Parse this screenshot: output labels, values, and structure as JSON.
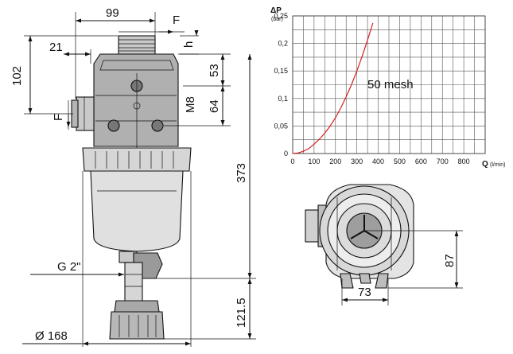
{
  "front_view": {
    "dim_width": "99",
    "dim_thread_f_top": "F",
    "dim_offset": "21",
    "dim_h": "h",
    "dim_102": "102",
    "dim_53": "53",
    "dim_m8": "M8",
    "dim_64": "64",
    "dim_f_side": "F",
    "dim_373": "373",
    "dim_g2": "G 2\"",
    "dim_1215": "121.5",
    "dim_diameter": "Ø 168"
  },
  "bottom_view": {
    "dim_87": "87",
    "dim_73": "73"
  },
  "chart": {
    "y_title": "ΔP",
    "y_unit": "(bar)",
    "x_title": "Q",
    "x_unit": "(l/min)",
    "series_label": "50 mesh",
    "curve_color": "#d42020"
  },
  "chart_data": {
    "type": "line",
    "x": [
      0,
      25,
      50,
      75,
      100,
      125,
      150,
      175,
      200,
      225,
      250,
      275,
      300,
      325,
      350,
      375
    ],
    "series": [
      {
        "name": "50 mesh",
        "values": [
          0.0,
          0.001,
          0.004,
          0.009,
          0.017,
          0.026,
          0.037,
          0.05,
          0.065,
          0.083,
          0.103,
          0.125,
          0.15,
          0.177,
          0.206,
          0.237
        ]
      }
    ],
    "xlabel": "Q (l/min)",
    "ylabel": "ΔP (bar)",
    "xlim": [
      0,
      900
    ],
    "ylim": [
      0,
      0.25
    ],
    "xticks": [
      "0",
      "100",
      "200",
      "300",
      "400",
      "500",
      "600",
      "700",
      "800"
    ],
    "yticks": [
      "0",
      "0,05",
      "0,1",
      "0,15",
      "0,2",
      "0,25"
    ],
    "grid": true
  }
}
